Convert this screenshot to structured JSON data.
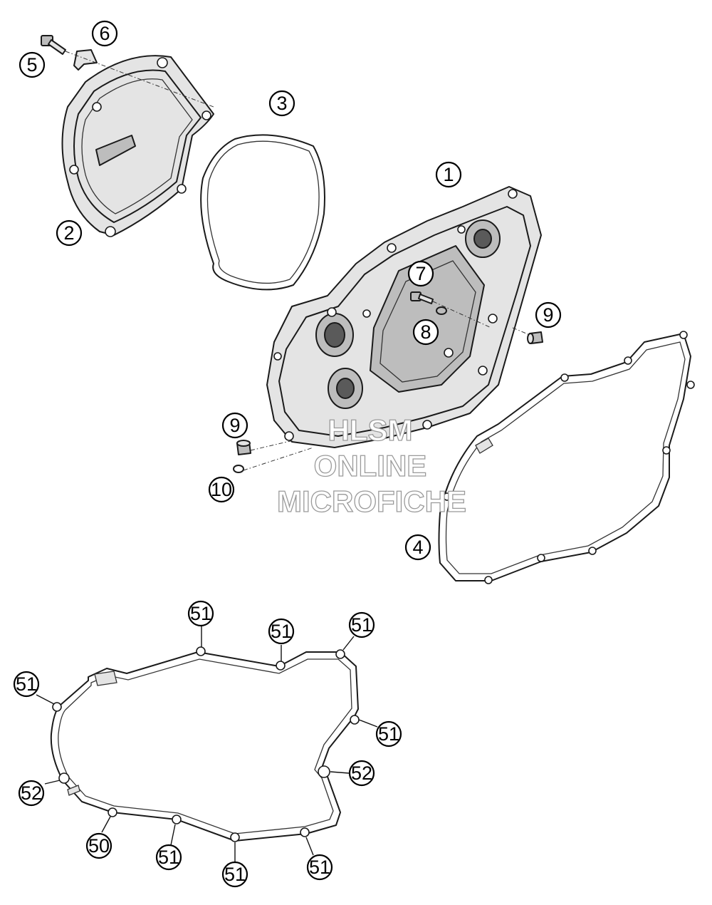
{
  "watermark": {
    "line1": "HLSM",
    "line2": "ONLINE",
    "line3": "MICROFICHE"
  },
  "callouts": {
    "c1": "1",
    "c2": "2",
    "c3": "3",
    "c4": "4",
    "c5": "5",
    "c6": "6",
    "c7": "7",
    "c8": "8",
    "c9a": "9",
    "c9b": "9",
    "c10": "10",
    "g51_a": "51",
    "g51_b": "51",
    "g51_c": "51",
    "g51_d": "51",
    "g51_e": "51",
    "g51_f": "51",
    "g51_g": "51",
    "g51_h": "51",
    "g52_a": "52",
    "g52_b": "52",
    "g50": "50"
  }
}
